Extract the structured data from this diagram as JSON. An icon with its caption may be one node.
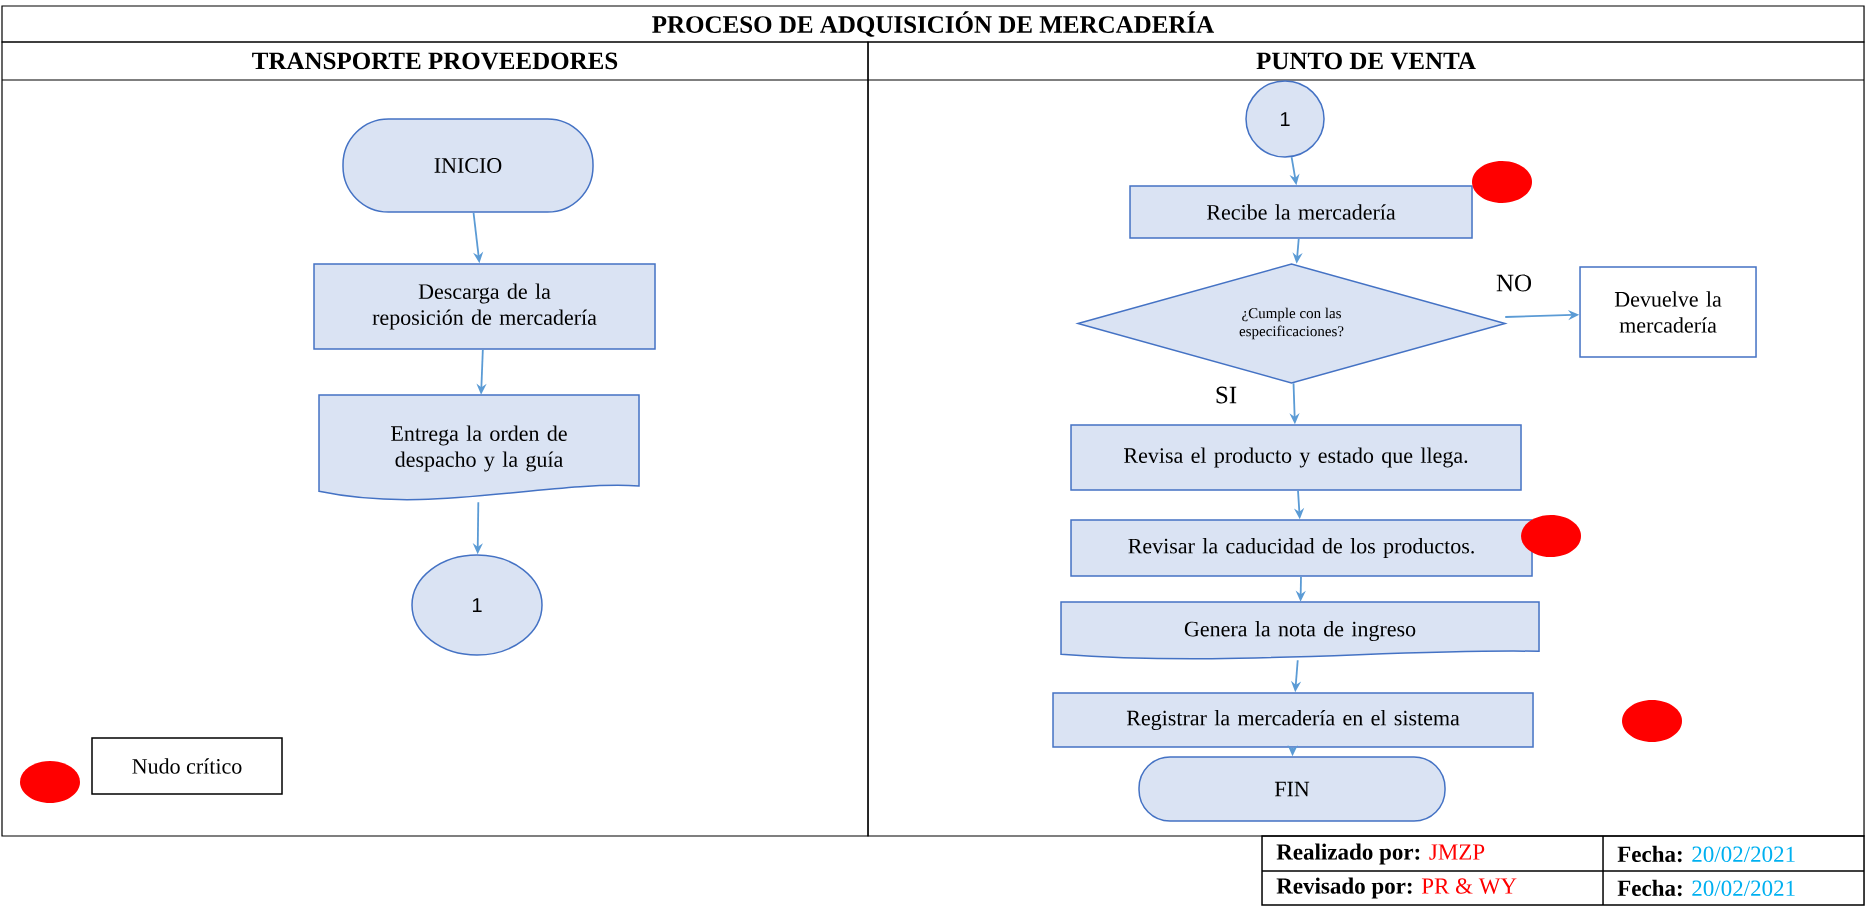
{
  "diagram": {
    "title": "PROCESO DE ADQUISICIÓN DE MERCADERÍA",
    "nodes": [
      {
        "text": [
          "TRANSPORTE PROVEEDORES"
        ]
      },
      {
        "text": [
          "PUNTO DE VENTA"
        ]
      },
      {
        "text": [
          "INICIO"
        ],
        "in": 0
      },
      {
        "text": [
          "Descarga de la reposición de mercadería"
        ],
        "in": 0
      },
      {
        "text": [
          "Entrega la orden de despacho y la guía"
        ],
        "in": 0
      },
      {
        "text": [
          "1"
        ],
        "in": 0
      },
      {
        "text": [
          "1"
        ],
        "in": 1
      },
      {
        "text": [
          "Recibe la mercadería"
        ],
        "in": 1
      },
      {
        "text": [
          "¿Cumple con las especificaciones?"
        ],
        "in": 1
      },
      {
        "text": [
          "Devuelve la mercadería"
        ],
        "in": 1
      },
      {
        "text": [
          "Revisa el producto y estado que llega."
        ],
        "in": 1
      },
      {
        "text": [
          "Revisar la caducidad de los productos."
        ],
        "in": 1
      },
      {
        "text": [
          "Genera la nota de ingreso"
        ],
        "in": 1
      },
      {
        "text": [
          "Registrar la mercadería en el sistema"
        ],
        "in": 1
      },
      {
        "text": [
          "FIN"
        ],
        "in": 1
      }
    ],
    "edges": [
      {
        "from": 2,
        "to": 3,
        "arrow": "to"
      },
      {
        "from": 3,
        "to": 4,
        "arrow": "to"
      },
      {
        "from": 4,
        "to": 5,
        "arrow": "to"
      },
      {
        "from": 6,
        "to": 7,
        "arrow": "to"
      },
      {
        "from": 7,
        "to": 8,
        "arrow": "to"
      },
      {
        "from": 8,
        "to": 9,
        "arrow": "to",
        "label": "NO"
      },
      {
        "from": 8,
        "to": 10,
        "arrow": "to",
        "label": "SI"
      },
      {
        "from": 10,
        "to": 11,
        "arrow": "to"
      },
      {
        "from": 11,
        "to": 12,
        "arrow": "to"
      },
      {
        "from": 12,
        "to": 13,
        "arrow": "to"
      },
      {
        "from": 13,
        "to": 14,
        "arrow": "to"
      }
    ],
    "labels": [
      "Realizado por:",
      "JMZP",
      "Fecha:",
      "20/02/2021",
      "Revisado por:",
      "PR & WY",
      "Fecha:",
      "20/02/2021"
    ],
    "legend": [
      {
        "text": "Nudo crítico",
        "color": "#ff0000"
      }
    ]
  }
}
